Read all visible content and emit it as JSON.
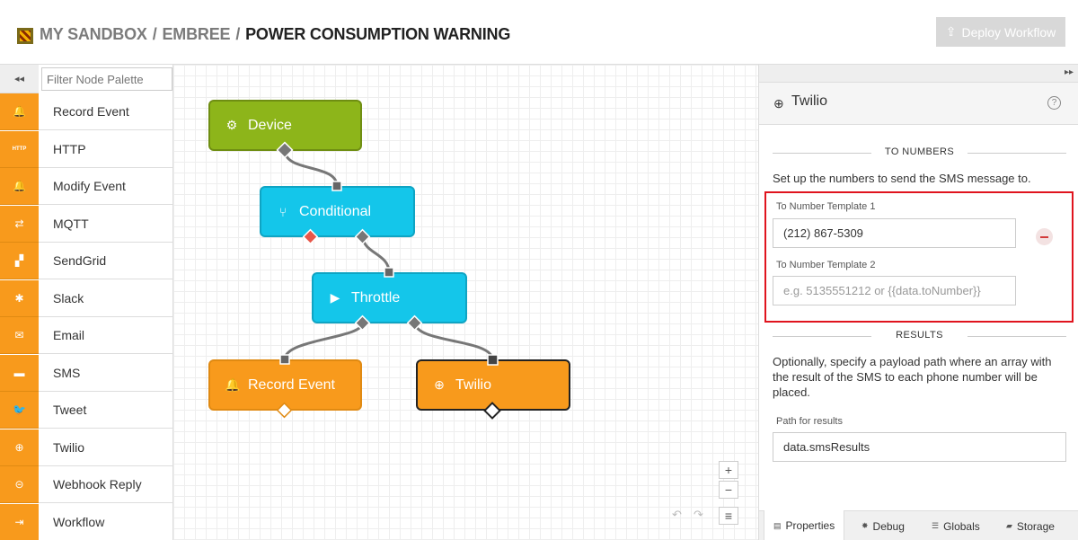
{
  "header": {
    "breadcrumbs": [
      "MY SANDBOX",
      "EMBREE",
      "POWER CONSUMPTION WARNING"
    ],
    "separator": "/",
    "deploy_label": "Deploy Workflow"
  },
  "palette": {
    "collapse_icon": "◂◂",
    "filter_placeholder": "Filter Node Palette",
    "items": [
      {
        "label": "Record Event",
        "icon": "bell-icon",
        "glyph": "🔔"
      },
      {
        "label": "HTTP",
        "icon": "http-icon",
        "glyph": "HTTP"
      },
      {
        "label": "Modify Event",
        "icon": "bell-icon",
        "glyph": "🔔"
      },
      {
        "label": "MQTT",
        "icon": "swap-arrows-icon",
        "glyph": "⇄"
      },
      {
        "label": "SendGrid",
        "icon": "sendgrid-icon",
        "glyph": "▞"
      },
      {
        "label": "Slack",
        "icon": "slack-icon",
        "glyph": "✱"
      },
      {
        "label": "Email",
        "icon": "envelope-icon",
        "glyph": "✉"
      },
      {
        "label": "SMS",
        "icon": "chat-bubble-icon",
        "glyph": "▬"
      },
      {
        "label": "Tweet",
        "icon": "twitter-icon",
        "glyph": "🐦"
      },
      {
        "label": "Twilio",
        "icon": "twilio-icon",
        "glyph": "⊕"
      },
      {
        "label": "Webhook Reply",
        "icon": "link-icon",
        "glyph": "⊝"
      },
      {
        "label": "Workflow",
        "icon": "workflow-icon",
        "glyph": "⇥"
      }
    ]
  },
  "canvas": {
    "nodes": [
      {
        "label": "Device",
        "icon": "chip-icon",
        "glyph": "⚙",
        "color": "#8db51a",
        "border": "#6f8e12"
      },
      {
        "label": "Conditional",
        "icon": "split-icon",
        "glyph": "⑂",
        "color": "#14c6ea",
        "border": "#0fa4c3"
      },
      {
        "label": "Throttle",
        "icon": "play-circle-icon",
        "glyph": "▶",
        "color": "#14c6ea",
        "border": "#0fa4c3"
      },
      {
        "label": "Record Event",
        "icon": "bell-icon",
        "glyph": "🔔",
        "color": "#f89a1c",
        "border": "#e08a12"
      },
      {
        "label": "Twilio",
        "icon": "twilio-icon",
        "glyph": "⊕",
        "color": "#f89a1c",
        "border": "#222222"
      }
    ],
    "zoom_in": "+",
    "zoom_out": "−",
    "menu_icon": "≡",
    "undo_icon": "↶",
    "redo_icon": "↷"
  },
  "panel": {
    "collapse_icon": "▸▸",
    "title": "Twilio",
    "title_glyph": "⊕",
    "help": "?",
    "to_numbers_heading": "TO NUMBERS",
    "to_numbers_desc": "Set up the numbers to send the SMS message to.",
    "templates": [
      {
        "label": "To Number Template 1",
        "value": "(212) 867-5309",
        "placeholder": ""
      },
      {
        "label": "To Number Template 2",
        "value": "",
        "placeholder": "e.g. 5135551212 or {{data.toNumber}}"
      }
    ],
    "results_heading": "RESULTS",
    "results_desc": "Optionally, specify a payload path where an array with the result of the SMS to each phone number will be placed.",
    "path_label": "Path for results",
    "path_value": "data.smsResults",
    "tabs": [
      {
        "label": "Properties",
        "glyph": "▤"
      },
      {
        "label": "Debug",
        "glyph": "✸"
      },
      {
        "label": "Globals",
        "glyph": "☰"
      },
      {
        "label": "Storage",
        "glyph": "▰"
      }
    ]
  }
}
